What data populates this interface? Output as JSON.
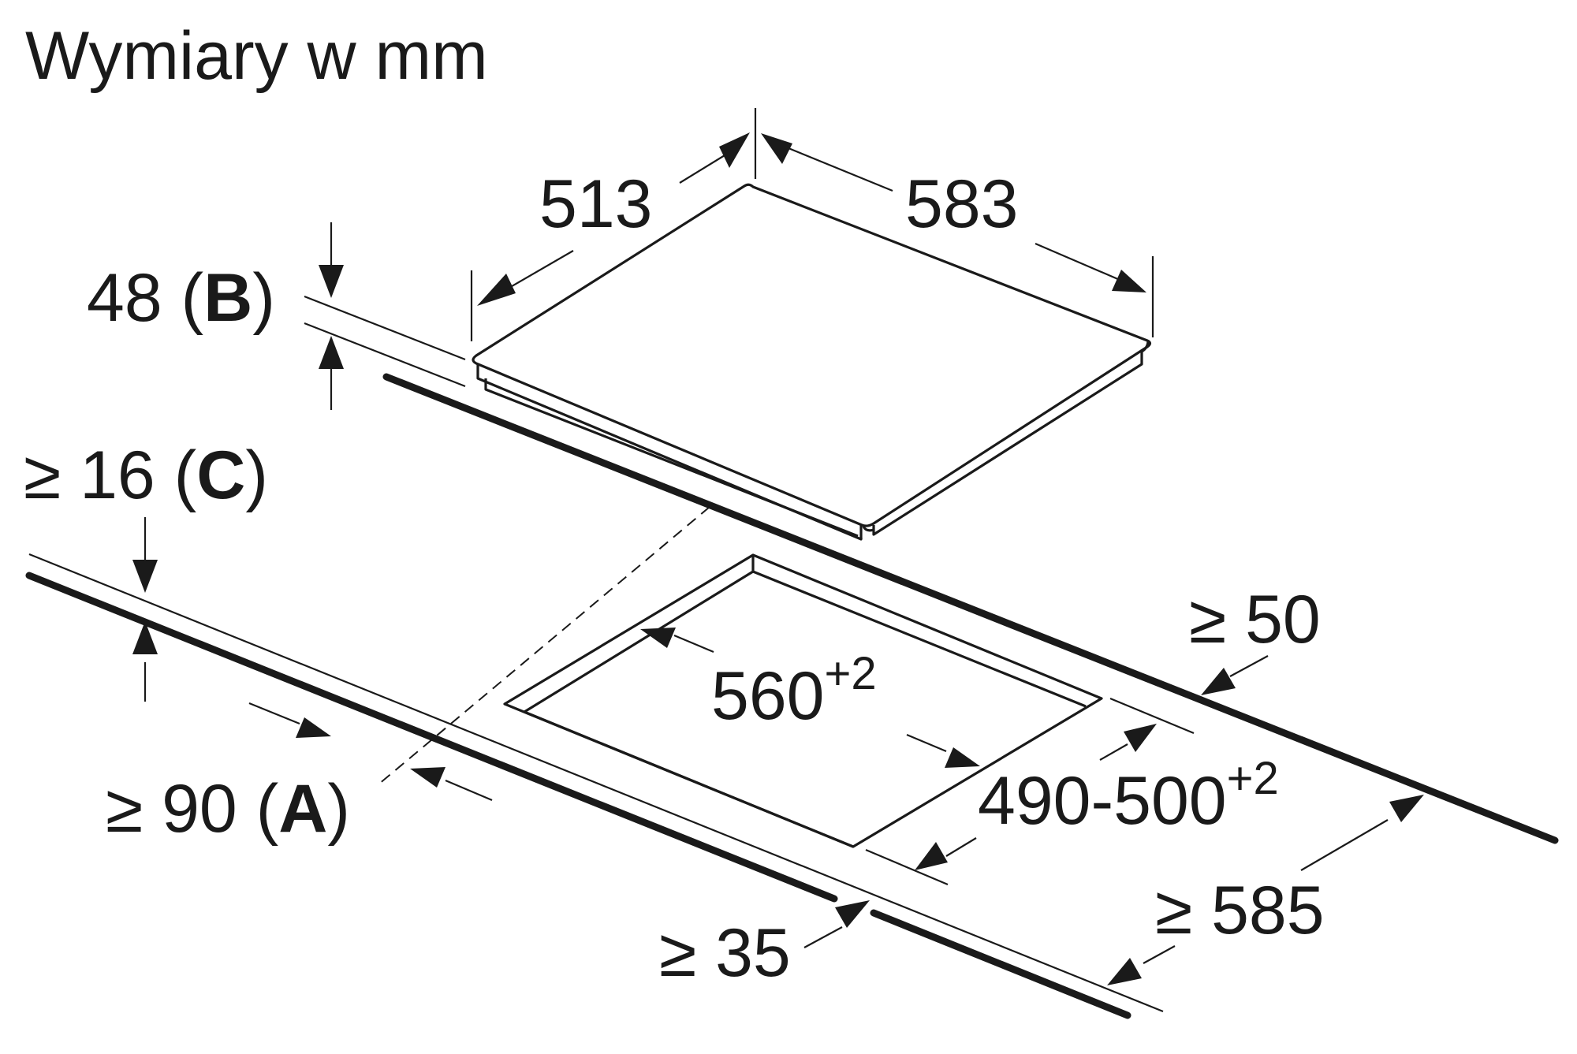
{
  "title": "Wymiary w mm",
  "dimensions": {
    "depth": "513",
    "width": "583",
    "height_value": "48 (",
    "height_letter": "B",
    "height_close": ")",
    "gap_value": "≥ 16 (",
    "gap_letter": "C",
    "gap_close": ")",
    "cutout_width": "560",
    "cutout_width_tol": "+2",
    "cutout_depth": "490-500",
    "cutout_depth_tol": "+2",
    "side_clearance": "≥ 50",
    "front_value": "≥ 90 (",
    "front_letter": "A",
    "front_close": ")",
    "front_edge": "≥ 35",
    "worktop_depth": "≥ 585"
  }
}
